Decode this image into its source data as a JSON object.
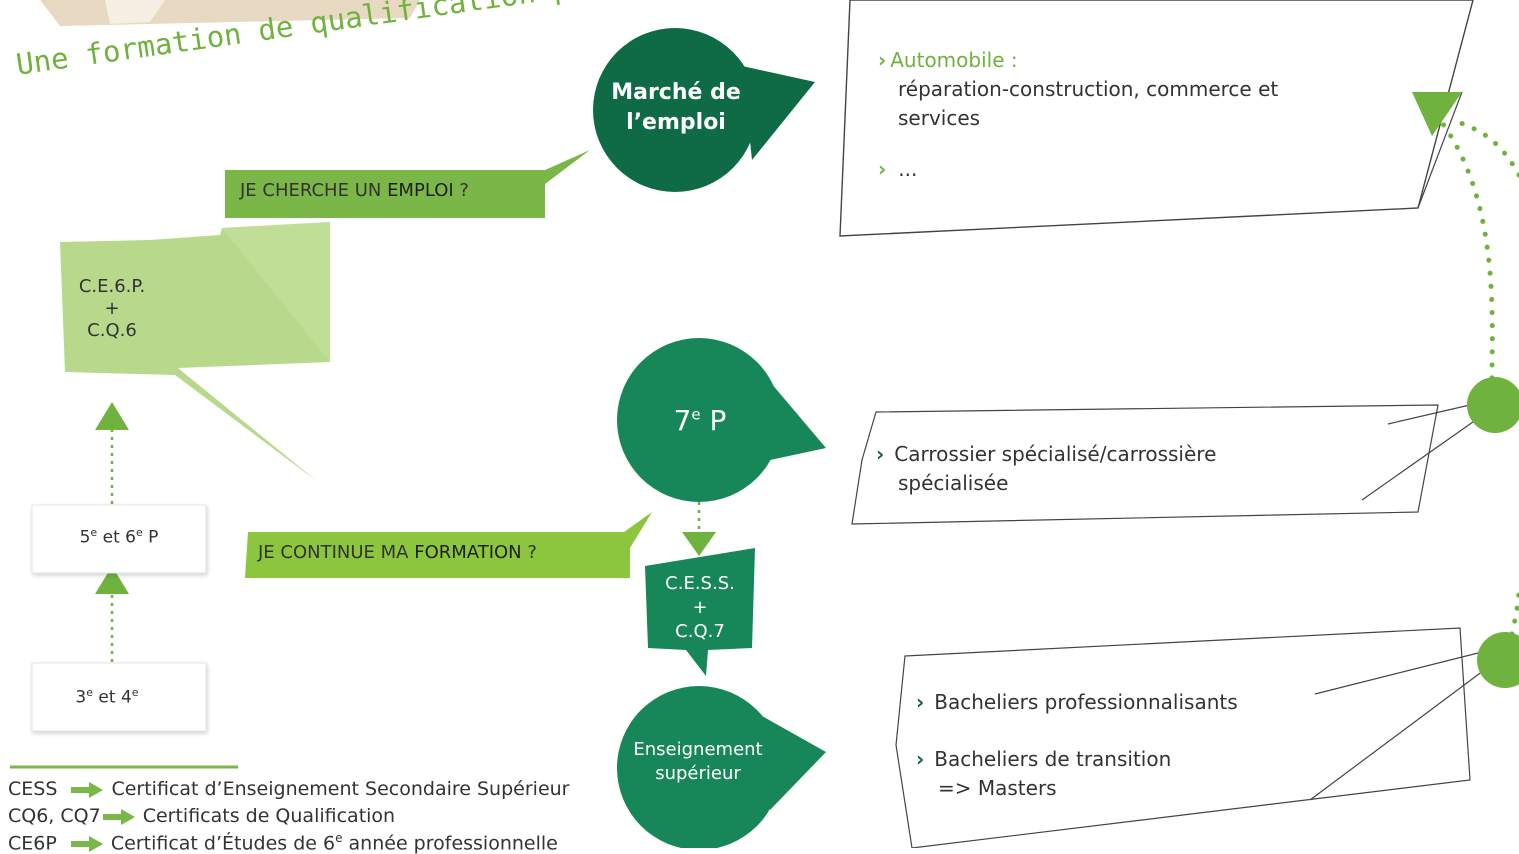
{
  "header": {
    "subtitle": "Une formation de qualification professionnelle"
  },
  "bubbles": {
    "marche": {
      "line1": "Marché de",
      "line2": "l’emploi"
    },
    "septieme": {
      "text": "7",
      "sup": "e",
      "after": " P"
    },
    "enseignement": {
      "line1": "Enseignement",
      "line2": "supérieur"
    }
  },
  "callouts": {
    "emploi": {
      "before": "JE CHERCHE UN ",
      "strong": "EMPLOI",
      "after": " ?"
    },
    "formation": {
      "before": "JE CONTINUE MA ",
      "strong": "FORMATION",
      "after": " ?"
    }
  },
  "certs": {
    "ce6p": {
      "line1": "C.E.6.P.",
      "line2": "+",
      "line3": "C.Q.6"
    },
    "cess": {
      "line1": "C.E.S.S.",
      "line2": "+",
      "line3": "C.Q.7"
    }
  },
  "steps": {
    "cinq": {
      "a": "5",
      "a_sup": "e",
      "mid": " et 6",
      "b_sup": "e",
      "end": " P"
    },
    "trois": {
      "a": "3",
      "a_sup": "e",
      "mid": " et 4",
      "b_sup": "e"
    }
  },
  "boxes": {
    "automobile": {
      "title": "Automobile :",
      "line1": "réparation-construction, commerce et",
      "line2": "services",
      "more": "..."
    },
    "carrossier": {
      "line1": "Carrossier spécialisé/carrossière",
      "line2": "spécialisée"
    },
    "bacheliers": {
      "item1": "Bacheliers professionnalisants",
      "item2": "Bacheliers de transition",
      "item2b": "=> Masters"
    }
  },
  "legend": {
    "r1_label": "CESS",
    "r1_text": "Certificat d’Enseignement Secondaire Supérieur",
    "r2_label": "CQ6, CQ7",
    "r2_text": "Certificats de Qualification",
    "r3_label": "CE6P",
    "r3_text_a": "Certificat d’Études de 6",
    "r3_sup": "e",
    "r3_text_b": " année professionnelle"
  },
  "colors": {
    "light_green": "#7ab648",
    "pale_green": "#b8d98c",
    "dark_green": "#0e6b45",
    "mid_green": "#17875a",
    "accent": "#8cc63f"
  }
}
